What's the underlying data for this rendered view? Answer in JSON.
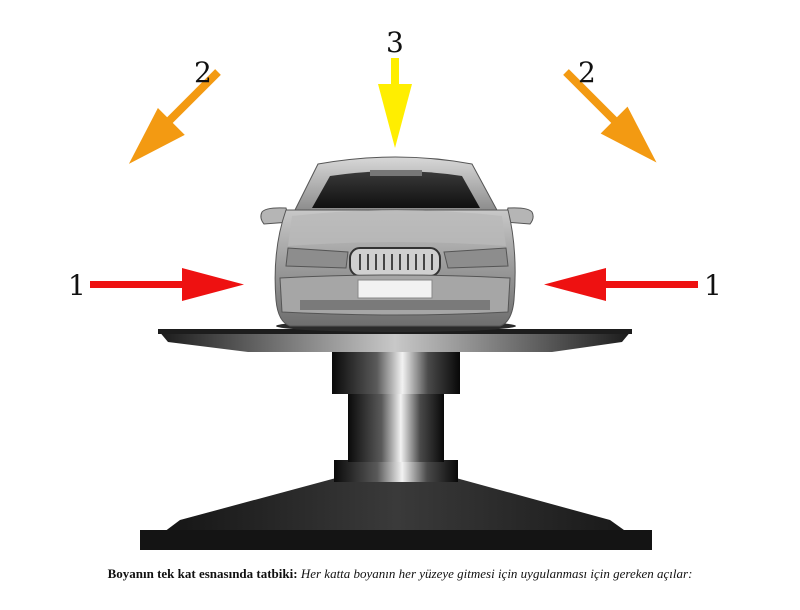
{
  "labels": {
    "left_side": "1",
    "right_side": "1",
    "left_diagonal": "2",
    "right_diagonal": "2",
    "top": "3"
  },
  "caption": {
    "bold_part": "Boyanın tek kat esnasında tatbiki:",
    "italic_part": "Her katta boyanın her yüzeye gitmesi için uygulanması için gereken açılar:"
  },
  "colors": {
    "side_arrow": "#ee1111",
    "diagonal_arrow": "#f39a12",
    "top_arrow": "#ffee00"
  }
}
